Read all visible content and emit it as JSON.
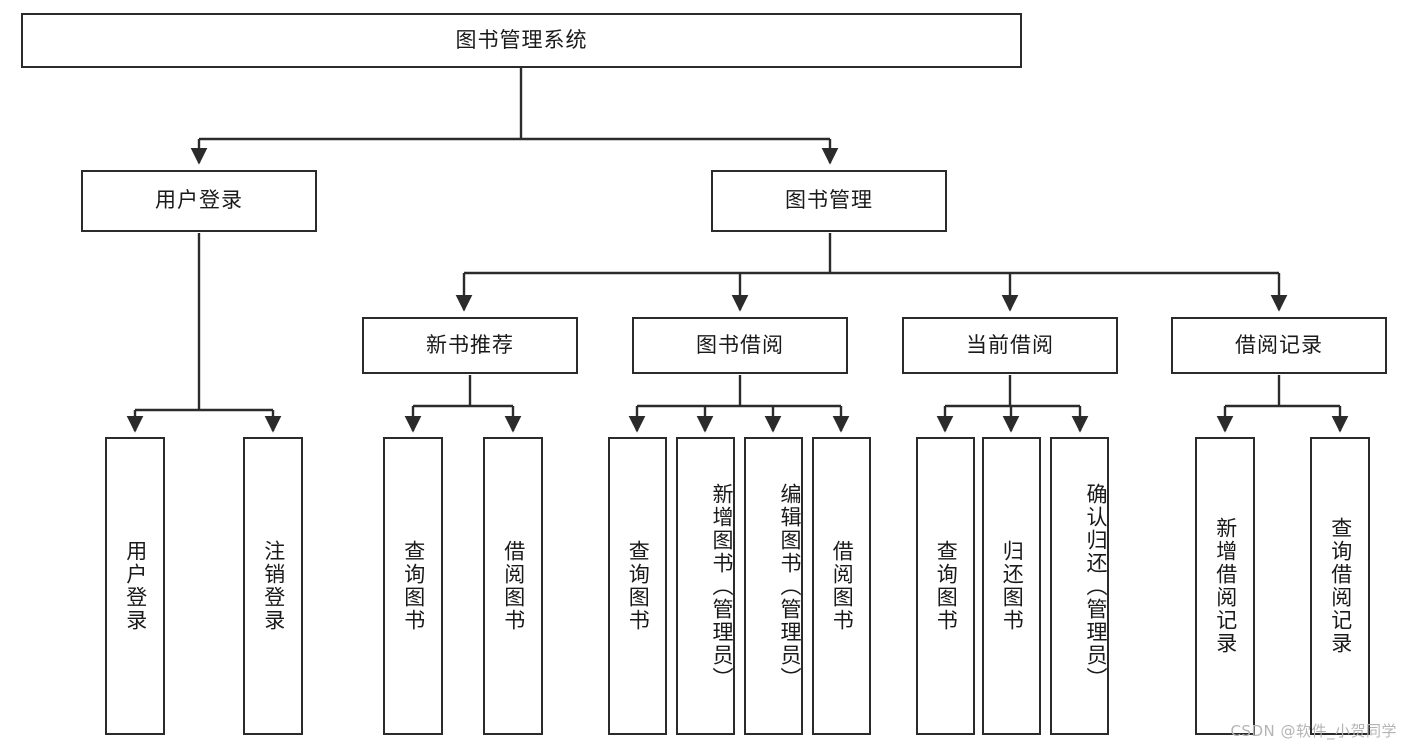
{
  "diagram": {
    "title": "图书管理系统",
    "type": "functional-decomposition-tree",
    "root": {
      "label": "图书管理系统"
    },
    "level2": [
      {
        "label": "用户登录"
      },
      {
        "label": "图书管理"
      }
    ],
    "level3": [
      {
        "label": "新书推荐"
      },
      {
        "label": "图书借阅"
      },
      {
        "label": "当前借阅"
      },
      {
        "label": "借阅记录"
      }
    ],
    "leaves": {
      "user_login": [
        {
          "label": "用户登录"
        },
        {
          "label": "注销登录"
        }
      ],
      "new_book_recommend": [
        {
          "label": "查询图书"
        },
        {
          "label": "借阅图书"
        }
      ],
      "book_borrow": [
        {
          "label": "查询图书"
        },
        {
          "label": "新增图书（管理员）"
        },
        {
          "label": "编辑图书（管理员）"
        },
        {
          "label": "借阅图书"
        }
      ],
      "current_borrow": [
        {
          "label": "查询图书"
        },
        {
          "label": "归还图书"
        },
        {
          "label": "确认归还（管理员）"
        }
      ],
      "borrow_record": [
        {
          "label": "新增借阅记录"
        },
        {
          "label": "查询借阅记录"
        }
      ]
    }
  },
  "watermark": {
    "text": "CSDN @软件_小贺同学"
  },
  "colors": {
    "stroke": "#2b2b2b",
    "background": "#ffffff",
    "text": "#1a1a1a",
    "watermark": "#b4b4b4"
  }
}
